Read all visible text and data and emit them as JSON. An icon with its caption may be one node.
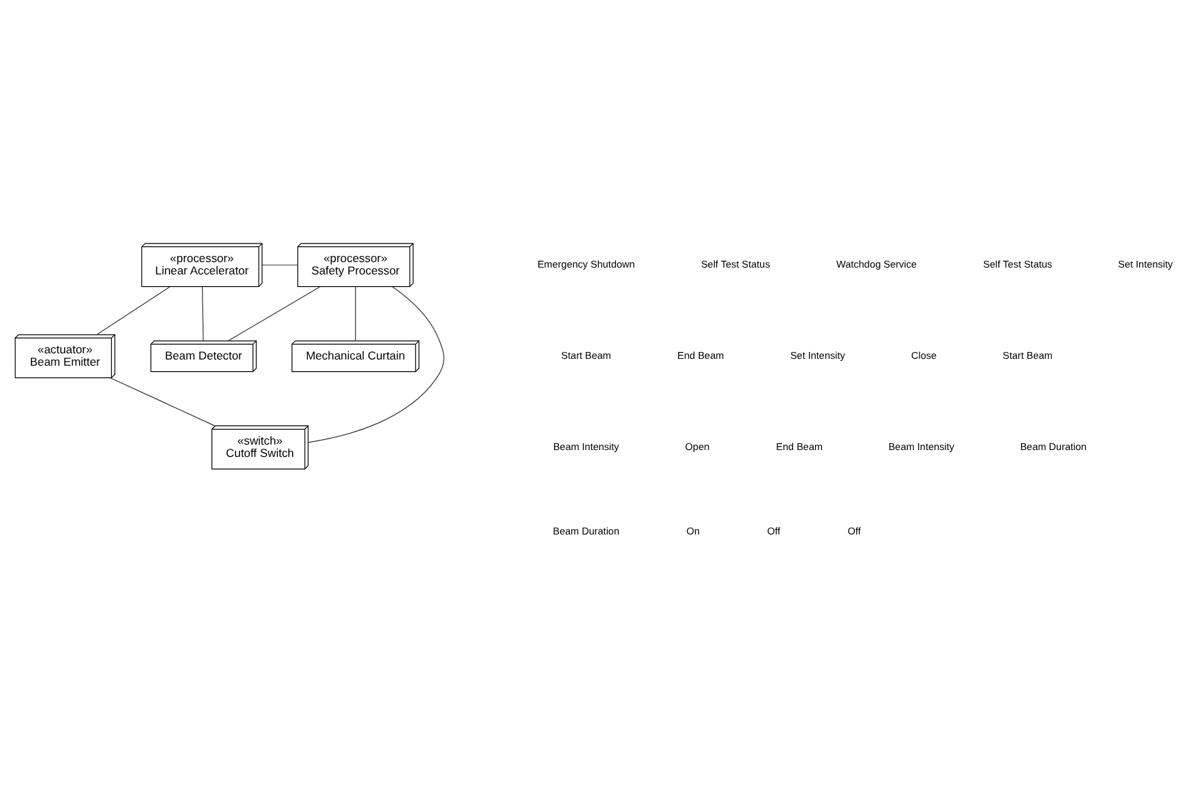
{
  "diagram": {
    "nodes": [
      {
        "text": [
          "«processor»",
          "Linear Accelerator"
        ]
      },
      {
        "text": [
          "«processor»",
          "Safety Processor"
        ]
      },
      {
        "text": [
          "«actuator»",
          "Beam Emitter"
        ]
      },
      {
        "text": [
          "Beam Detector"
        ]
      },
      {
        "text": [
          "Mechanical Curtain"
        ]
      },
      {
        "text": [
          "«switch»",
          "Cutoff Switch"
        ]
      }
    ],
    "edges": [
      {
        "from": 0,
        "to": 1,
        "arrow": "none"
      },
      {
        "from": 0,
        "to": 2,
        "arrow": "none"
      },
      {
        "from": 0,
        "to": 3,
        "arrow": "none"
      },
      {
        "from": 1,
        "to": 3,
        "arrow": "none"
      },
      {
        "from": 1,
        "to": 4,
        "arrow": "none"
      },
      {
        "from": 1,
        "to": 5,
        "arrow": "none"
      },
      {
        "from": 2,
        "to": 5,
        "arrow": "none"
      }
    ],
    "labels": [
      "Emergency Shutdown",
      "Self Test Status",
      "Watchdog Service",
      "Self Test Status",
      "Set Intensity",
      "Start Beam",
      "End Beam",
      "Set Intensity",
      "Close",
      "Start Beam",
      "Beam Intensity",
      "Open",
      "End Beam",
      "Beam Intensity",
      "Beam Duration",
      "Beam Duration",
      "On",
      "Off",
      "Off"
    ]
  }
}
